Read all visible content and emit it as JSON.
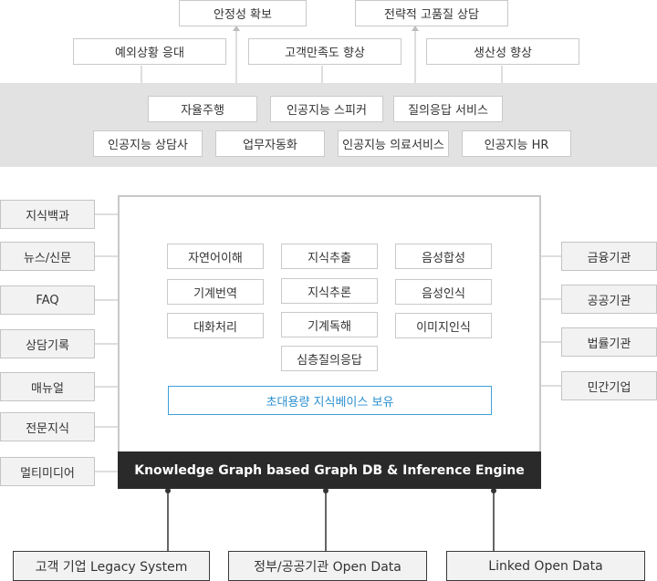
{
  "top_goals": {
    "row1": [
      "안정성 확보",
      "전략적 고품질 상담"
    ],
    "row2": [
      "예외상황 응대",
      "고객만족도 향상",
      "생산성 향상"
    ]
  },
  "services": {
    "row1": [
      "자율주행",
      "인공지능 스피커",
      "질의응답 서비스"
    ],
    "row2": [
      "인공지능 상담사",
      "업무자동화",
      "인공지능 의료서비스",
      "인공지능 HR"
    ]
  },
  "left_sources": [
    "지식백과",
    "뉴스/신문",
    "FAQ",
    "상담기록",
    "매뉴얼",
    "전문지식",
    "멀티미디어"
  ],
  "right_sectors": [
    "금융기관",
    "공공기관",
    "법률기관",
    "민간기업"
  ],
  "core_functions": {
    "col1": [
      "자연어이해",
      "기계번역",
      "대화처리"
    ],
    "col2": [
      "지식추출",
      "지식추론",
      "기계독해",
      "심층질의응답"
    ],
    "col3": [
      "음성합성",
      "음성인식",
      "이미지인식"
    ]
  },
  "knowledge_base": "초대용량 지식베이스 보유",
  "engine": "Knowledge Graph based Graph DB & Inference Engine",
  "bottom_sources": [
    "고객 기업 Legacy System",
    "정부/공공기관 Open Data",
    "Linked Open Data"
  ],
  "colors": {
    "band": "#e2e2e2",
    "engine_bg": "#2a2a2a",
    "kb_border": "#3fa0d8",
    "kb_text": "#2a8fd0"
  }
}
